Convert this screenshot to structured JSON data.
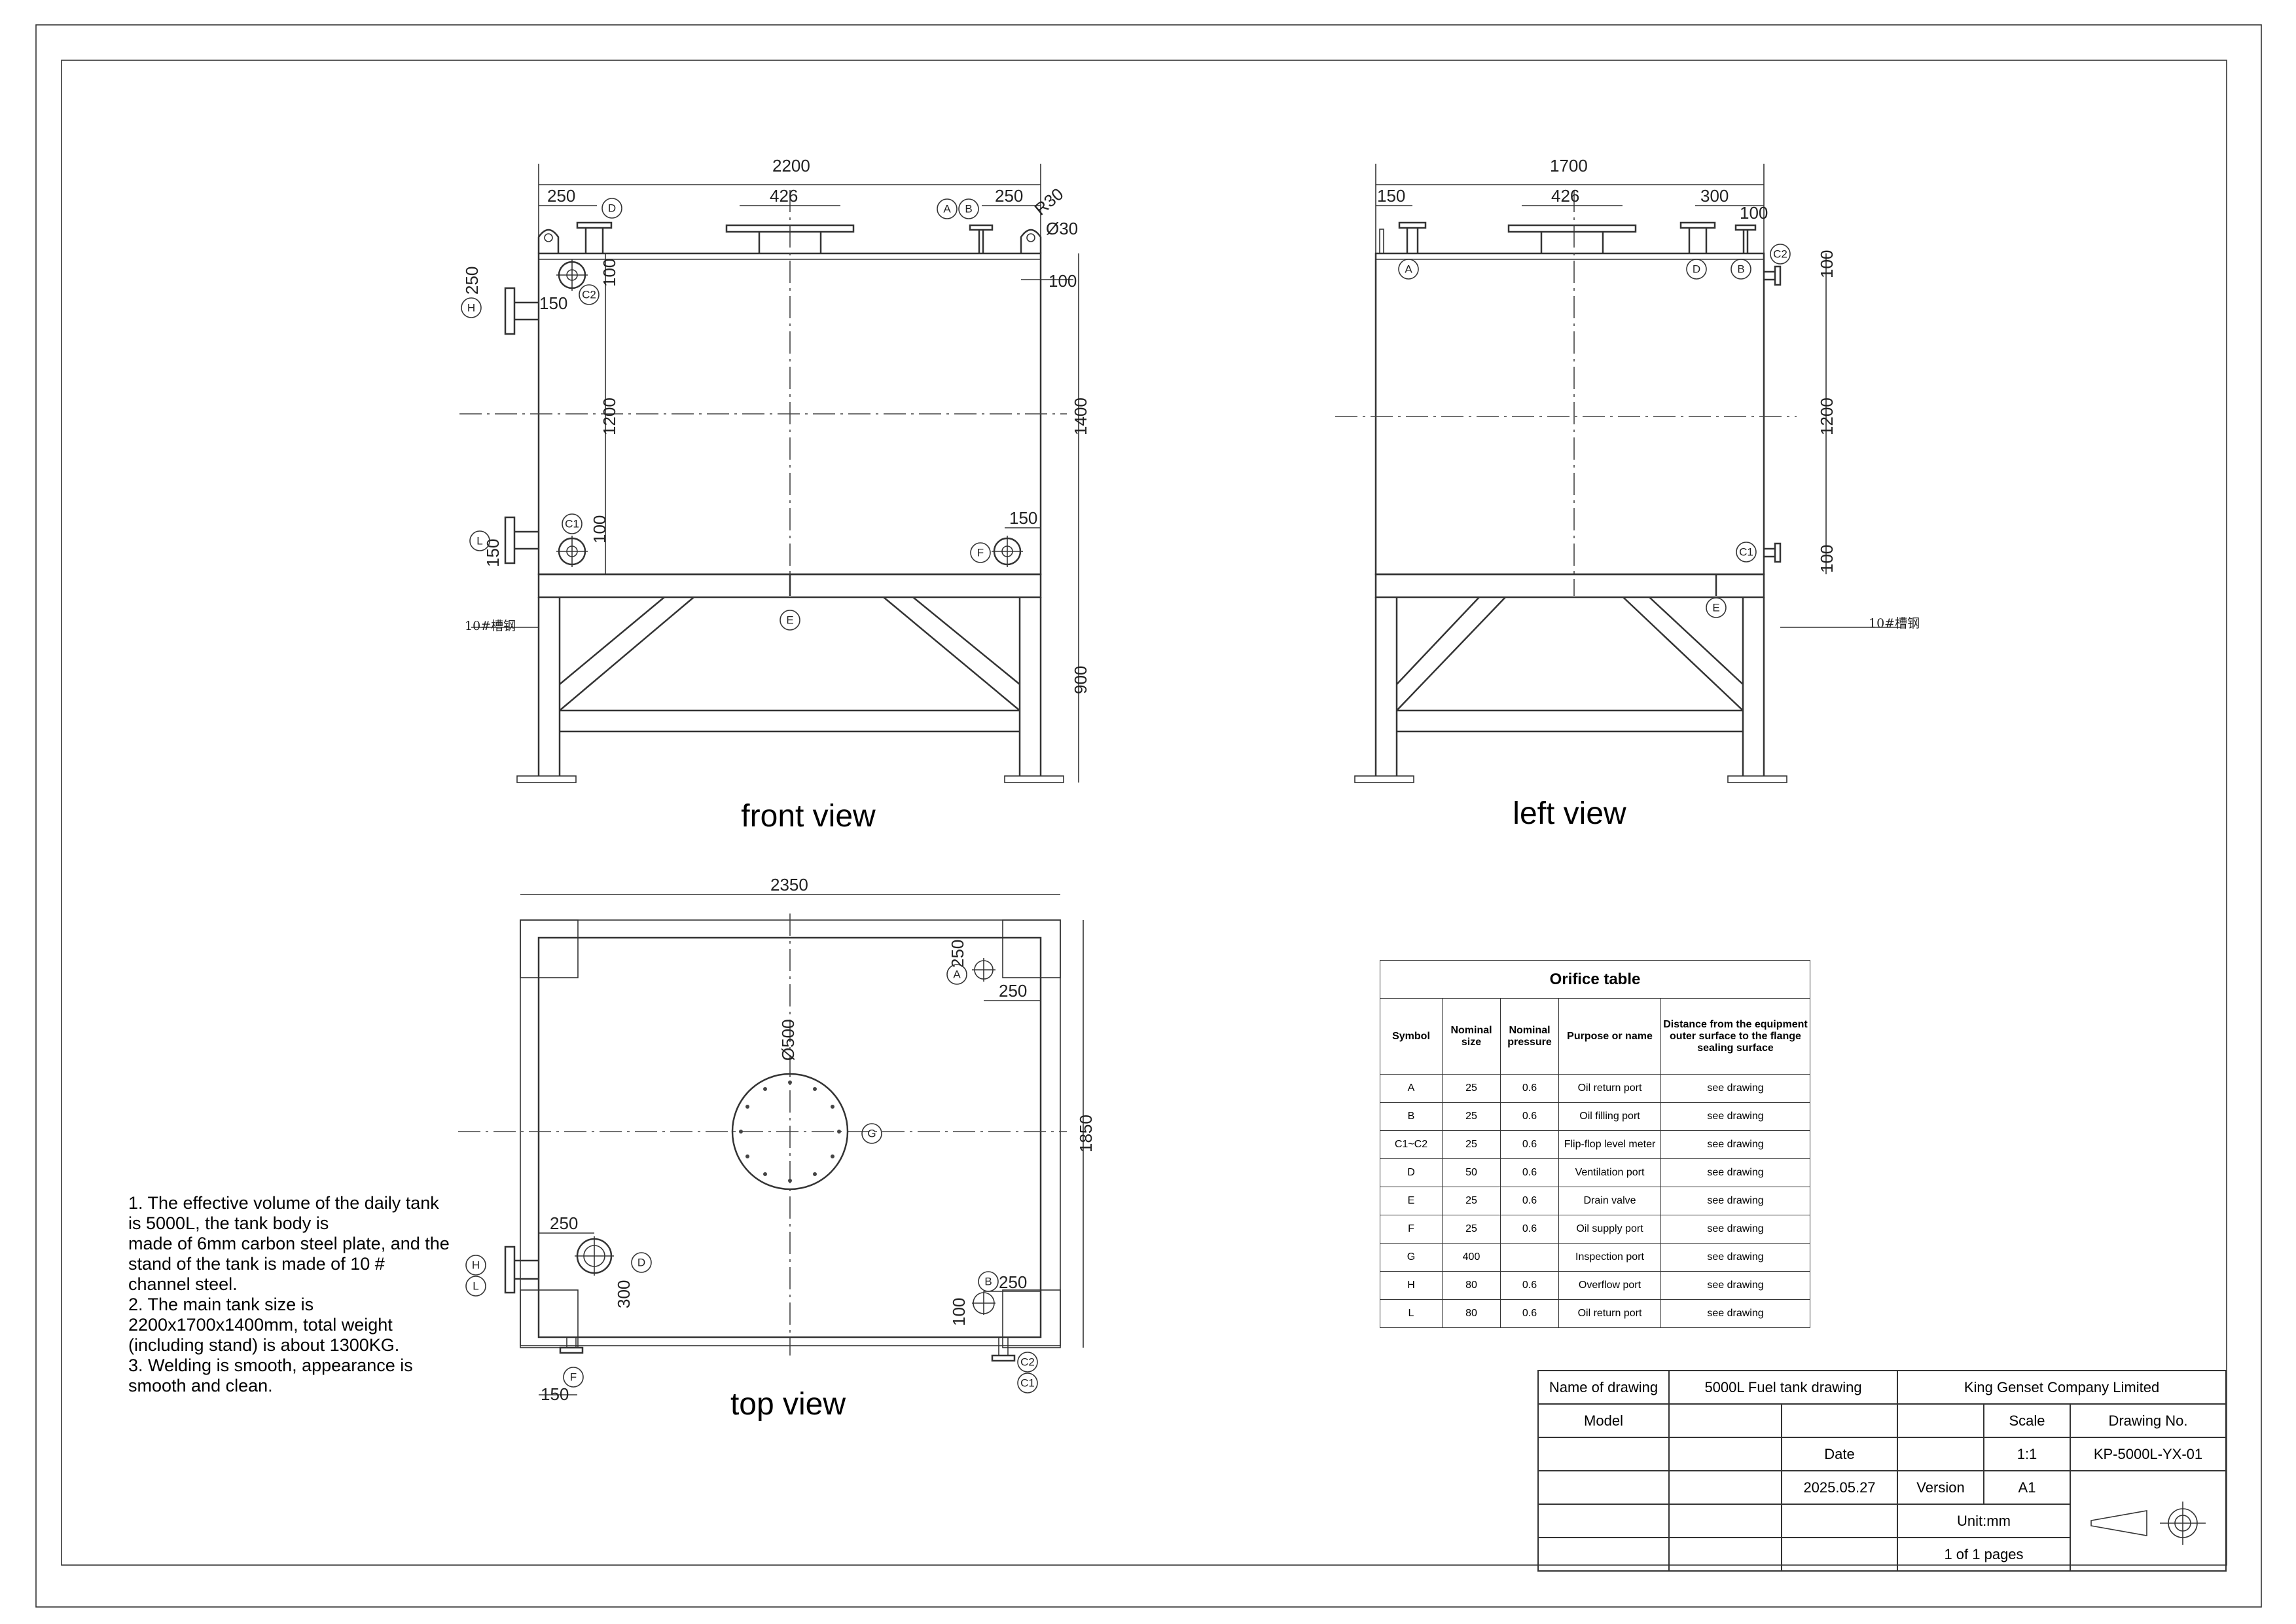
{
  "views": {
    "front": "front view",
    "left": "left view",
    "top": "top view"
  },
  "dims": {
    "front_2200": "2200",
    "front_250a": "250",
    "front_426": "426",
    "front_250b": "250",
    "front_r30": "R30",
    "front_d30": "Ø30",
    "front_250c": "250",
    "front_150a": "150",
    "front_100a": "100",
    "front_100b": "100",
    "front_1200": "1200",
    "front_1400": "1400",
    "front_100c": "100",
    "front_150b": "150",
    "front_150c": "150",
    "front_900": "900",
    "left_1700": "1700",
    "left_150": "150",
    "left_426": "426",
    "left_300": "300",
    "left_100a": "100",
    "left_100b": "100",
    "left_1200": "1200",
    "left_100c": "100",
    "top_2350": "2350",
    "top_d500": "Ø500",
    "top_250a": "250",
    "top_250b": "250",
    "top_1850": "1850",
    "top_250c": "250",
    "top_300": "300",
    "top_250d": "250",
    "top_150": "150",
    "top_100": "100"
  },
  "channel_label": "10#槽钢",
  "markers": {
    "A": "A",
    "B": "B",
    "C1": "C1",
    "C2": "C2",
    "D": "D",
    "E": "E",
    "F": "F",
    "G": "G",
    "H": "H",
    "L": "L"
  },
  "notes": "1. The effective volume of the daily  tank\nis 5000L, the tank body is\nmade of 6mm carbon steel plate, and the\n stand of the tank is made of 10 #\nchannel steel.\n2. The main tank size is\n2200x1700x1400mm, total weight\n(including stand) is about 1300KG.\n3. Welding is smooth, appearance is\nsmooth and clean.",
  "orifice_table": {
    "caption": "Orifice table",
    "headers": [
      "Symbol",
      "Nominal size",
      "Nominal pressure",
      "Purpose or name",
      "Distance from the equipment outer surface to the flange sealing surface"
    ],
    "rows": [
      [
        "A",
        "25",
        "0.6",
        "Oil return port",
        "see drawing"
      ],
      [
        "B",
        "25",
        "0.6",
        "Oil filling port",
        "see drawing"
      ],
      [
        "C1~C2",
        "25",
        "0.6",
        "Flip-flop level meter",
        "see drawing"
      ],
      [
        "D",
        "50",
        "0.6",
        "Ventilation port",
        "see drawing"
      ],
      [
        "E",
        "25",
        "0.6",
        "Drain valve",
        "see drawing"
      ],
      [
        "F",
        "25",
        "0.6",
        "Oil supply port",
        "see drawing"
      ],
      [
        "G",
        "400",
        "",
        "Inspection port",
        "see drawing"
      ],
      [
        "H",
        "80",
        "0.6",
        "Overflow port",
        "see drawing"
      ],
      [
        "L",
        "80",
        "0.6",
        "Oil return port",
        "see drawing"
      ]
    ]
  },
  "title_block": {
    "name_of_drawing_label": "Name of drawing",
    "name_of_drawing": "5000L Fuel tank drawing",
    "company": "King Genset Company Limited",
    "model_label": "Model",
    "scale_label": "Scale",
    "drawing_no_label": "Drawing No.",
    "date_label": "Date",
    "scale": "1:1",
    "drawing_no": "KP-5000L-YX-01",
    "date": "2025.05.27",
    "version_label": "Version",
    "version": "A1",
    "unit": "Unit:mm",
    "pages": "1 of 1 pages"
  }
}
